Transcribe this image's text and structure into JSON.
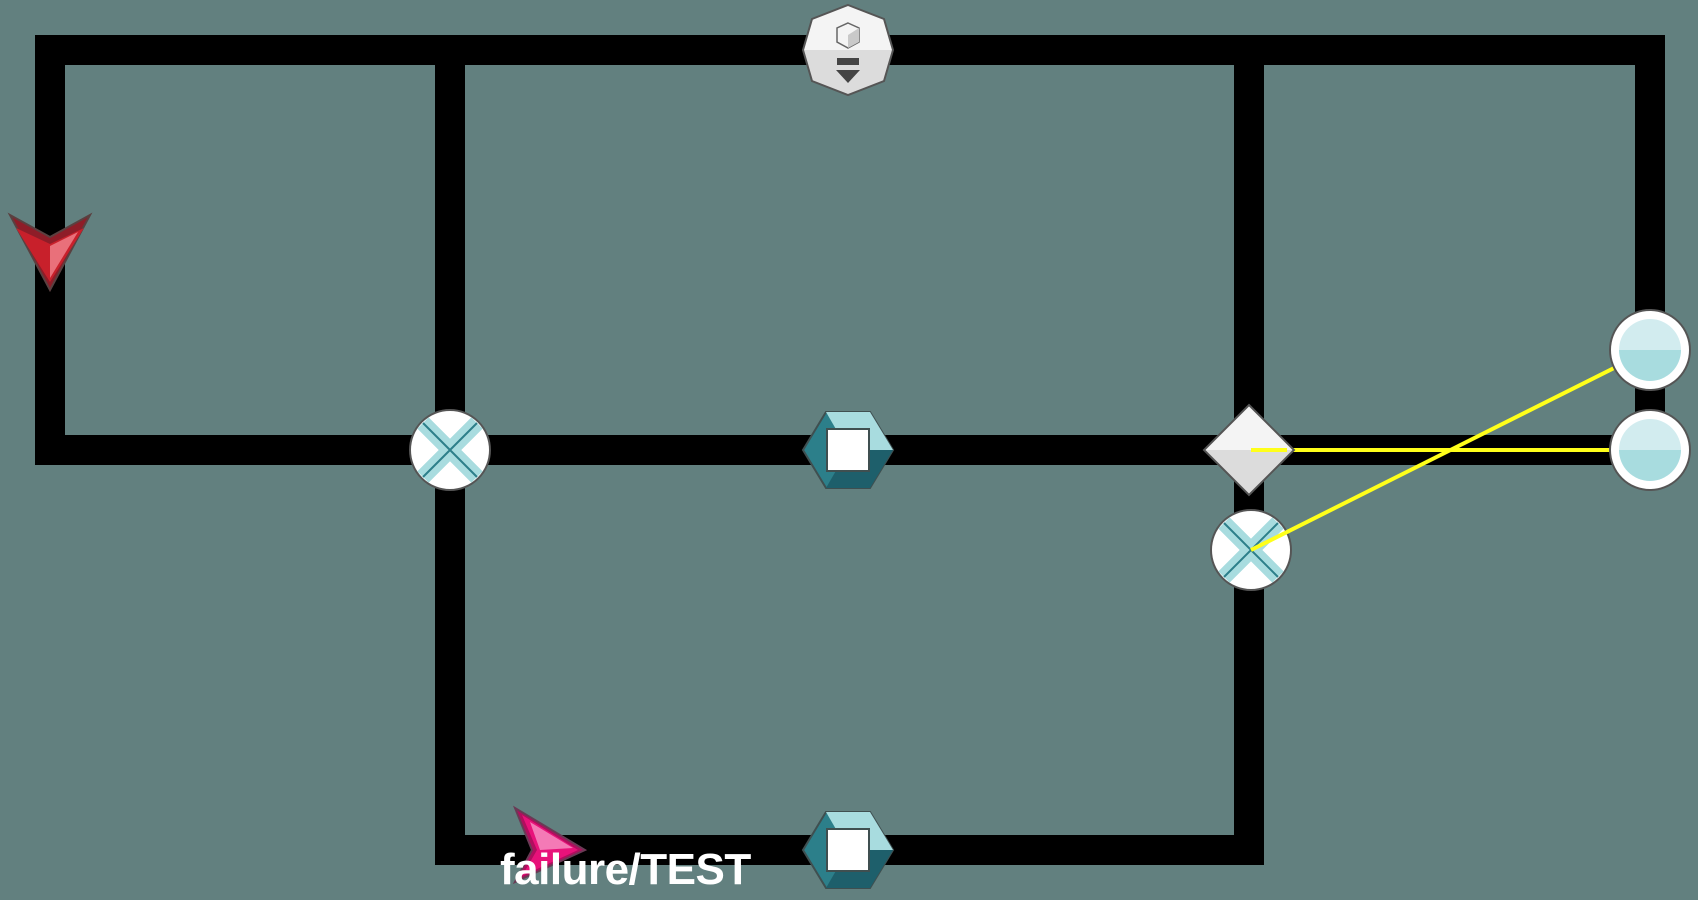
{
  "board": {
    "background": "#62807f",
    "track_color": "#000000",
    "laser_color": "#ffff1a",
    "accent_teal": "#a8dcdf",
    "accent_teal_dark": "#2c7f8a"
  },
  "pieces": [
    {
      "name": "source-top",
      "icon": "hexagon-emitter-icon"
    },
    {
      "name": "cross-switch-left",
      "icon": "cross-switch-icon"
    },
    {
      "name": "square-block-center",
      "icon": "hex-square-block-icon"
    },
    {
      "name": "diamond-splitter",
      "icon": "diamond-splitter-icon"
    },
    {
      "name": "cross-switch-right",
      "icon": "cross-switch-icon"
    },
    {
      "name": "receiver-upper",
      "icon": "circle-receiver-icon"
    },
    {
      "name": "receiver-lower",
      "icon": "circle-receiver-icon"
    },
    {
      "name": "square-block-bottom",
      "icon": "hex-square-block-icon"
    }
  ],
  "markers": [
    {
      "name": "red-marker",
      "icon": "red-arrow-icon",
      "color": "#c8202b"
    },
    {
      "name": "pink-marker",
      "icon": "pink-arrow-icon",
      "color": "#e8127a"
    }
  ],
  "status_label": "failure/TEST"
}
